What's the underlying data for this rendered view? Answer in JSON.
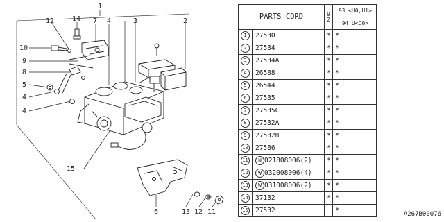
{
  "diagram": {
    "callouts": [
      "1",
      "14",
      "7",
      "4",
      "3",
      "2",
      "12",
      "10",
      "9",
      "8",
      "5",
      "4",
      "4",
      "15",
      "6",
      "13",
      "12",
      "11"
    ]
  },
  "table": {
    "header": {
      "parts_cord": "PARTS CORD",
      "years": [
        "9",
        "2",
        "9",
        "3",
        "9",
        "4"
      ],
      "model_top": "<U0,U1>",
      "model_bottom": "U<C0>"
    },
    "rows": [
      {
        "no": "1",
        "part": "27530",
        "m1": "*",
        "m2": "*"
      },
      {
        "no": "2",
        "part": "27534",
        "m1": "*",
        "m2": "*"
      },
      {
        "no": "3",
        "part": "27534A",
        "m1": "*",
        "m2": "*"
      },
      {
        "no": "4",
        "part": "26588",
        "m1": "*",
        "m2": "*"
      },
      {
        "no": "5",
        "part": "26544",
        "m1": "*",
        "m2": "*"
      },
      {
        "no": "6",
        "part": "27535",
        "m1": "*",
        "m2": "*"
      },
      {
        "no": "7",
        "part": "27535C",
        "m1": "*",
        "m2": "*"
      },
      {
        "no": "8",
        "part": "27532A",
        "m1": "*",
        "m2": "*"
      },
      {
        "no": "9",
        "part": "27532B",
        "m1": "*",
        "m2": "*"
      },
      {
        "no": "10",
        "part": "27586",
        "m1": "*",
        "m2": "*"
      },
      {
        "no": "11",
        "prefix": "N",
        "part": "021808006(2)",
        "m1": "*",
        "m2": "*"
      },
      {
        "no": "12",
        "prefix": "W",
        "part": "032008006(4)",
        "m1": "*",
        "m2": "*"
      },
      {
        "no": "13",
        "prefix": "W",
        "part": "031008006(2)",
        "m1": "*",
        "m2": "*"
      },
      {
        "no": "14",
        "part": "37132",
        "m1": "*",
        "m2": "*"
      },
      {
        "no": "15",
        "part": "27532",
        "m1": "",
        "m2": "*"
      }
    ]
  },
  "footer": {
    "code": "A267B00076"
  }
}
